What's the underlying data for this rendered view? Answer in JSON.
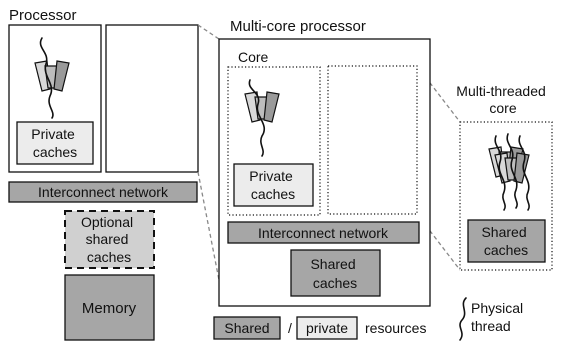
{
  "processor": {
    "title": "Processor",
    "private_caches": [
      "Private",
      "caches"
    ],
    "interconnect": "Interconnect network",
    "optional_shared_caches": [
      "Optional",
      "shared",
      "caches"
    ],
    "memory": "Memory"
  },
  "multicore": {
    "title": "Multi-core processor",
    "core_title": "Core",
    "private_caches": [
      "Private",
      "caches"
    ],
    "interconnect": "Interconnect network",
    "shared_caches": [
      "Shared",
      "caches"
    ]
  },
  "multithreaded": {
    "title": [
      "Multi-threaded",
      "core"
    ],
    "shared_caches": [
      "Shared",
      "caches"
    ]
  },
  "legend": {
    "shared": "Shared",
    "separator": "/",
    "private": "private",
    "resources": "resources",
    "physical_thread": [
      "Physical",
      "thread"
    ]
  },
  "colors": {
    "shared_fill": "#a6a6a6",
    "private_fill": "#ececec",
    "optional_fill": "#d0d0d0"
  }
}
